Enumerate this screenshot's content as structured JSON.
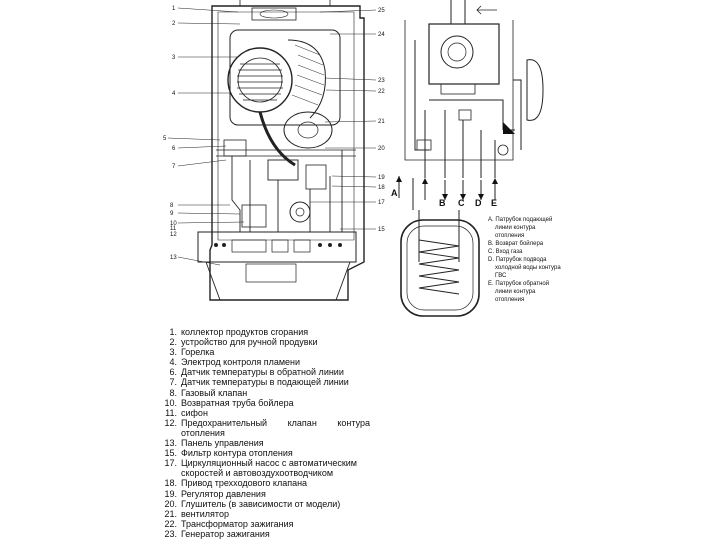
{
  "callouts": [
    "1",
    "2",
    "3",
    "4",
    "5",
    "6",
    "7",
    "8",
    "9",
    "10",
    "11",
    "12",
    "13",
    "15",
    "17",
    "18",
    "19",
    "20",
    "21",
    "22",
    "23",
    "24",
    "25"
  ],
  "pipe_labels": {
    "a": "A",
    "b": "B",
    "c": "C",
    "d": "D",
    "e": "E",
    "ra": "A",
    "rb": "B",
    "rc": "C",
    "rd": "D",
    "re": "E"
  },
  "connections": [
    {
      "text": "А. Патрубок подающей",
      "cont": [
        "линии контура",
        "отопления"
      ]
    },
    {
      "text": "В. Возврат бойлера",
      "cont": []
    },
    {
      "text": "С. Вход газа",
      "cont": []
    },
    {
      "text": "D. Патрубок подвода",
      "cont": [
        "холодной воды контура",
        "ГВС"
      ]
    },
    {
      "text": "Е. Патрубок обратной",
      "cont": [
        "линии контура",
        "отопления"
      ]
    }
  ],
  "parts": [
    {
      "num": "1.",
      "text": "коллектор продуктов сгорания"
    },
    {
      "num": "2.",
      "text": "устройство для ручной продувки"
    },
    {
      "num": "3.",
      "text": "Горелка"
    },
    {
      "num": "4.",
      "text": "Электрод контроля пламени"
    },
    {
      "num": "6.",
      "text": "Датчик температуры в обратной линии"
    },
    {
      "num": "7.",
      "text": "Датчик температуры в подающей линии"
    },
    {
      "num": "8.",
      "text": "Газовый клапан"
    },
    {
      "num": "10.",
      "text": "Возвратная труба бойлера"
    },
    {
      "num": "11.",
      "text": "сифон"
    },
    {
      "num": "12.",
      "words": [
        "Предохранительный",
        "клапан",
        "контура"
      ],
      "cont": "отопления"
    },
    {
      "num": "13.",
      "text": "Панель управления"
    },
    {
      "num": "15.",
      "text": "Фильтр контура отопления"
    },
    {
      "num": "17.",
      "text": "Циркуляционный насос с автоматическим",
      "cont": "скоростей и автовоздухоотводчиком"
    },
    {
      "num": "18.",
      "text": "Привод трехходового клапана"
    },
    {
      "num": "19.",
      "text": "Регулятор давления"
    },
    {
      "num": "20.",
      "text": "Глушитель (в зависимости от модели)"
    },
    {
      "num": "21.",
      "text": "вентилятор"
    },
    {
      "num": "22.",
      "text": "Трансформатор зажигания"
    },
    {
      "num": "23.",
      "text": "Генератор зажигания"
    }
  ]
}
